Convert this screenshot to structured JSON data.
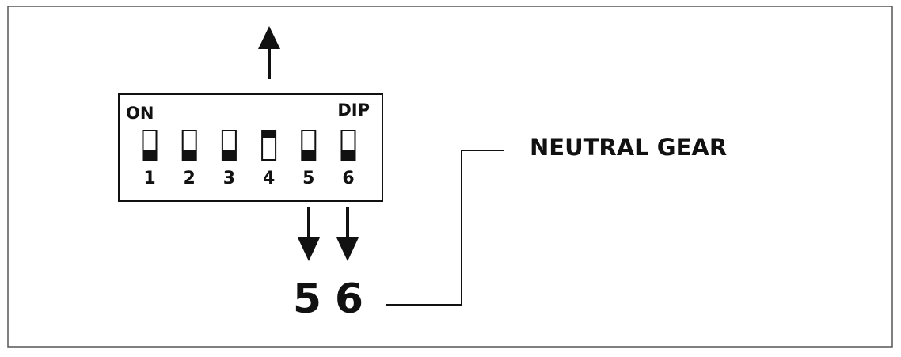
{
  "dip_switch": {
    "on_label": "ON",
    "brand_label": "DIP",
    "switches": [
      {
        "label": "1",
        "state": "off"
      },
      {
        "label": "2",
        "state": "off"
      },
      {
        "label": "3",
        "state": "off"
      },
      {
        "label": "4",
        "state": "on"
      },
      {
        "label": "5",
        "state": "off"
      },
      {
        "label": "6",
        "state": "off"
      }
    ]
  },
  "indicated_switches": [
    "5",
    "6"
  ],
  "callout_text": "NEUTRAL GEAR",
  "colors": {
    "ink": "#111111",
    "frame": "#555555",
    "background": "#ffffff"
  },
  "icons": {
    "up": "arrow-up-icon",
    "down": "arrow-down-icon"
  }
}
